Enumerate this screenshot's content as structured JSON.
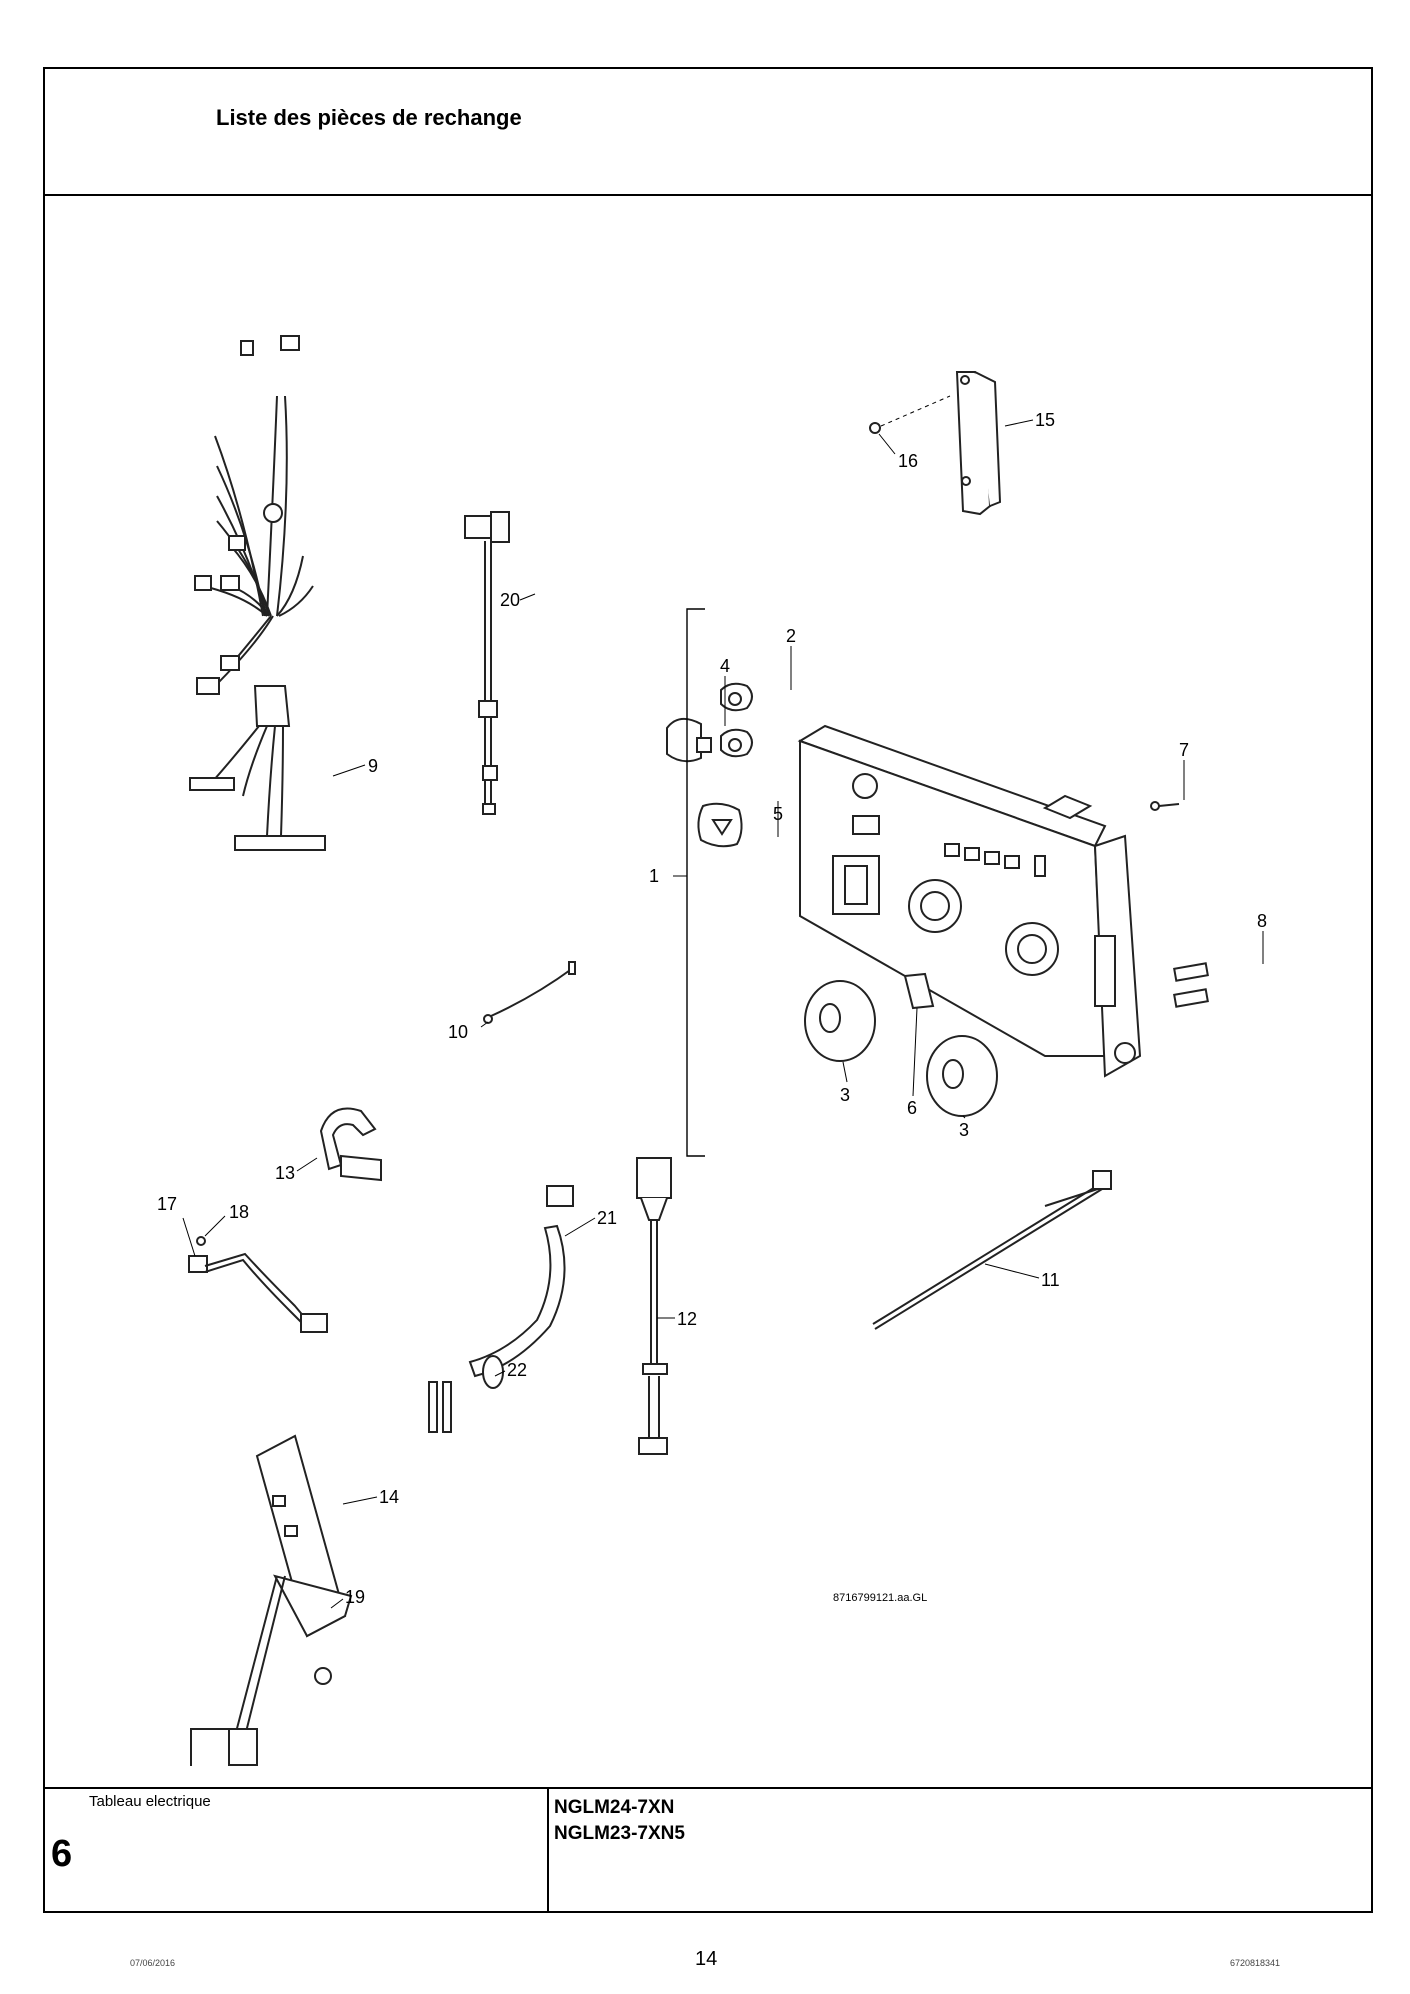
{
  "header": {
    "title": "Liste des pièces de rechange"
  },
  "drawing": {
    "reference_code": "8716799121.aa.GL",
    "callouts": [
      "1",
      "2",
      "3",
      "3",
      "4",
      "5",
      "6",
      "7",
      "8",
      "9",
      "10",
      "11",
      "12",
      "13",
      "14",
      "15",
      "16",
      "17",
      "18",
      "19",
      "20",
      "21",
      "22"
    ]
  },
  "footer": {
    "section_name": "Tableau electrique",
    "section_number": "6",
    "model_1": "NGLM24-7XN",
    "model_2": "NGLM23-7XN5"
  },
  "page": {
    "date": "07/06/2016",
    "number": "14",
    "doc_ref": "6720818341"
  }
}
